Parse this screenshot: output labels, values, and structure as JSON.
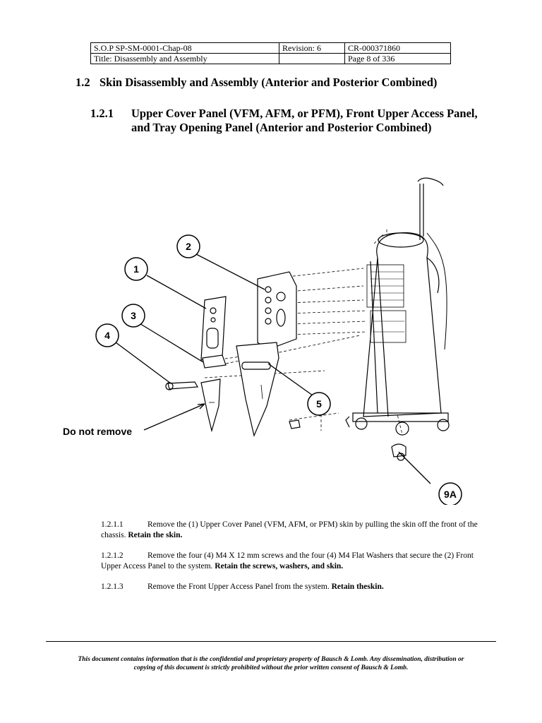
{
  "header": {
    "sop": "S.O.P  SP-SM-0001-Chap-08",
    "revision": "Revision: 6",
    "cr": "CR-000371860",
    "title": "Title: Disassembly and Assembly",
    "page": "Page 8 of 336"
  },
  "section": {
    "number": "1.2",
    "title": "Skin Disassembly and Assembly (Anterior and Posterior Combined)"
  },
  "subsection": {
    "number": "1.2.1",
    "title": "Upper Cover Panel (VFM, AFM, or PFM), Front Upper Access Panel, and Tray Opening Panel (Anterior and Posterior Combined)"
  },
  "figure": {
    "callouts": [
      "1",
      "2",
      "3",
      "4",
      "5",
      "9A"
    ],
    "do_not_remove": "Do not remove"
  },
  "steps": [
    {
      "number": "1.2.1.1",
      "text": "Remove the (1) Upper Cover Panel (VFM, AFM, or PFM) skin by pulling the skin off the front of the chassis.",
      "bold": "Retain the skin."
    },
    {
      "number": "1.2.1.2",
      "text": "Remove the four (4) M4 X 12 mm screws and the four (4) M4 Flat Washers that secure the (2) Front Upper Access Panel to the system.",
      "bold": "Retain the screws, washers, and skin."
    },
    {
      "number": "1.2.1.3",
      "text": "Remove the Front Upper Access Panel from the system.",
      "bold": "Retain theskin."
    }
  ],
  "footer": {
    "line1": "This document contains information that is the confidential and proprietary property of Bausch & Lomb. Any dissemination, distribution or",
    "line2": "copying of this document is strictly prohibited without the prior written consent of Bausch & Lomb."
  }
}
